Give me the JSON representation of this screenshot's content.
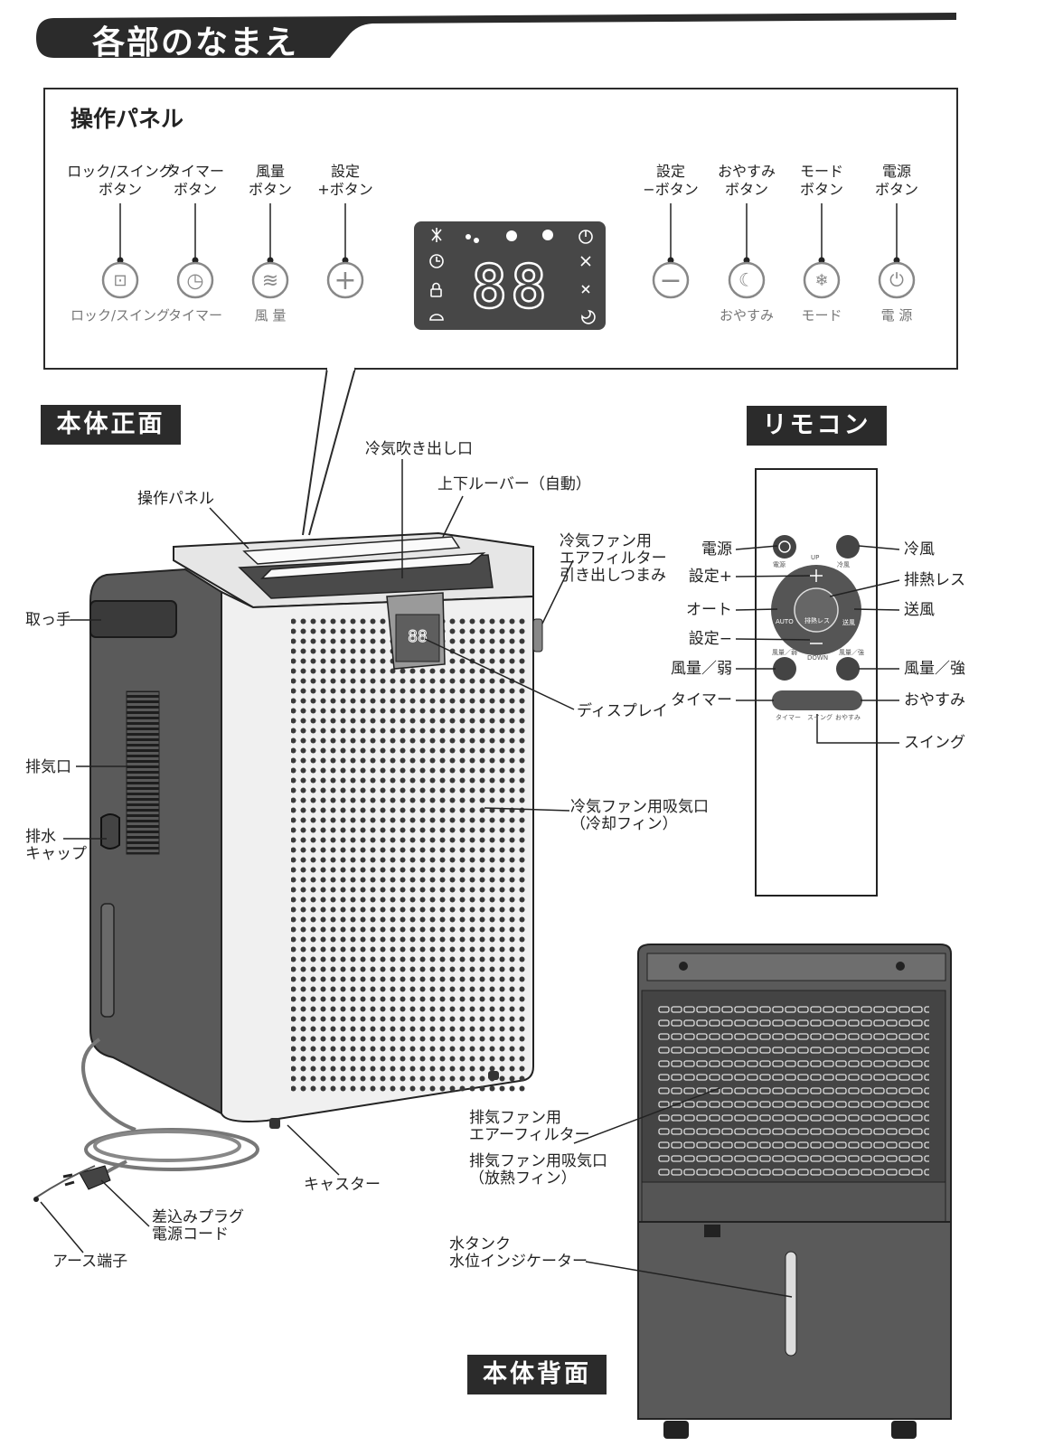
{
  "header": {
    "title": "各部のなまえ"
  },
  "control_panel": {
    "heading": "操作パネル",
    "left_buttons": [
      {
        "name": "ロック/スイング\nボタン",
        "sub": "ロック/スイング"
      },
      {
        "name": "タイマー\nボタン",
        "sub": "タイマー"
      },
      {
        "name": "風量\nボタン",
        "sub": "風 量"
      },
      {
        "name": "設定\n+ボタン",
        "sub": ""
      }
    ],
    "right_buttons": [
      {
        "name": "設定\n−ボタン",
        "sub": ""
      },
      {
        "name": "おやすみ\nボタン",
        "sub": "おやすみ"
      },
      {
        "name": "モード\nボタン",
        "sub": "モード"
      },
      {
        "name": "電源\nボタン",
        "sub": "電 源"
      }
    ],
    "display_digits": "88"
  },
  "front": {
    "title": "本体正面",
    "labels": {
      "panel": "操作パネル",
      "outlet": "冷気吹き出し口",
      "louver": "上下ルーバー（自動）",
      "filter_knob": "冷気ファン用\nエアフィルター\n引き出しつまみ",
      "handle": "取っ手",
      "display": "ディスプレイ",
      "exhaust": "排気口",
      "drain_cap": "排水\nキャップ",
      "intake": "冷気ファン用吸気口\n（冷却フィン）",
      "caster": "キャスター",
      "plug": "差込みプラグ\n電源コード",
      "earth": "アース端子"
    }
  },
  "remote": {
    "title": "リモコン",
    "labels": {
      "power": "電源",
      "plus": "設定+",
      "auto": "オート",
      "minus": "設定−",
      "fan_low": "風量／弱",
      "timer": "タイマー",
      "cool": "冷風",
      "no_heat": "排熱レス",
      "fan": "送風",
      "fan_high": "風量／強",
      "sleep": "おやすみ",
      "swing": "スイング"
    },
    "small": {
      "power": "電源",
      "cool": "冷風",
      "up": "UP",
      "down": "DOWN",
      "auto": "AUTO",
      "center": "排熱レス",
      "fan": "送風",
      "fan_low": "風量／弱",
      "fan_high": "風量／強",
      "timer": "タイマー",
      "swing": "スイング",
      "sleep": "おやすみ"
    }
  },
  "back": {
    "title": "本体背面",
    "labels": {
      "exhaust_filter": "排気ファン用\nエアーフィルター",
      "exhaust_intake": "排気ファン用吸気口\n（放熱フィン）",
      "tank": "水タンク\n水位インジケーター"
    }
  },
  "colors": {
    "dark": "#2b2b2b",
    "body_gray": "#5a5a5a",
    "light": "#eeeeee"
  }
}
